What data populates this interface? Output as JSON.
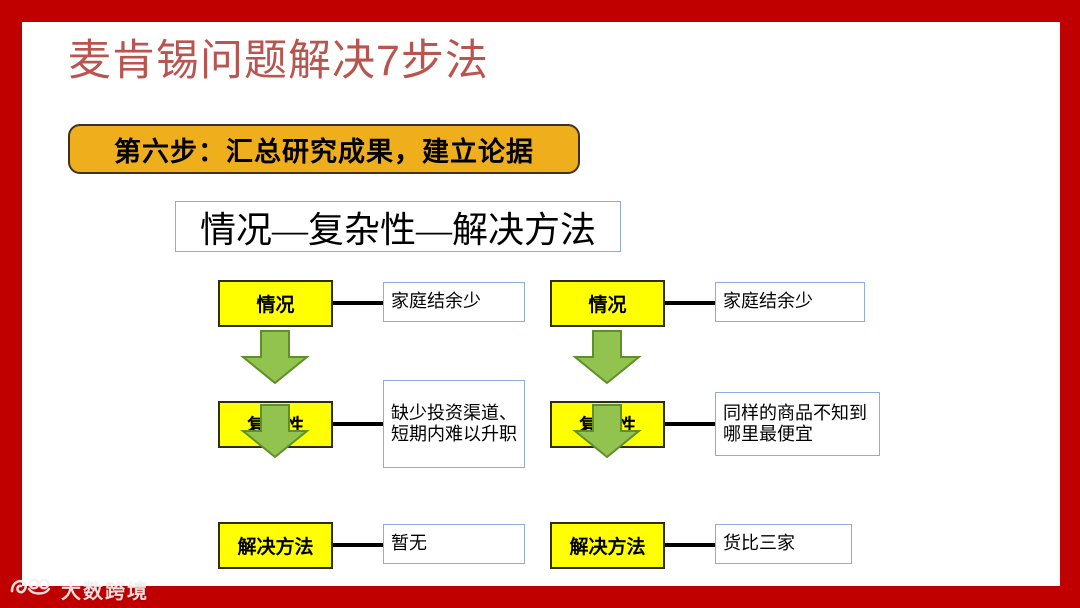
{
  "slide": {
    "title": "麦肯锡问题解决7步法",
    "title_color": "#b9544f",
    "frame_color": "#c00000",
    "background": "#ffffff"
  },
  "step_banner": {
    "label": "第六步：汇总研究成果，建立论据",
    "fill_color": "#efae1b",
    "border_color": "#3d3026",
    "text_color": "#000000"
  },
  "framework": {
    "label": "情况—复杂性—解决方法",
    "border_color": "#8faadc"
  },
  "diagram": {
    "stage_fill": "#ffff00",
    "stage_border": "#2d2d14",
    "arrow_fill": "#92c34f",
    "arrow_border": "#5f8f2b",
    "connector_color": "#000000",
    "detail_border": "#8faadc",
    "columns": [
      {
        "name": "case-left",
        "rows": [
          {
            "stage": "情况",
            "detail": "家庭结余少"
          },
          {
            "stage": "复杂性",
            "detail": "缺少投资渠道、短期内难以升职"
          },
          {
            "stage": "解决方法",
            "detail": "暂无"
          }
        ]
      },
      {
        "name": "case-right",
        "rows": [
          {
            "stage": "情况",
            "detail": "家庭结余少"
          },
          {
            "stage": "复杂性",
            "detail": "同样的商品不知到哪里最便宜"
          },
          {
            "stage": "解决方法",
            "detail": "货比三家"
          }
        ]
      }
    ]
  },
  "watermark": {
    "text": "大数跨境",
    "logo_icon": "dashu-logo-icon"
  }
}
